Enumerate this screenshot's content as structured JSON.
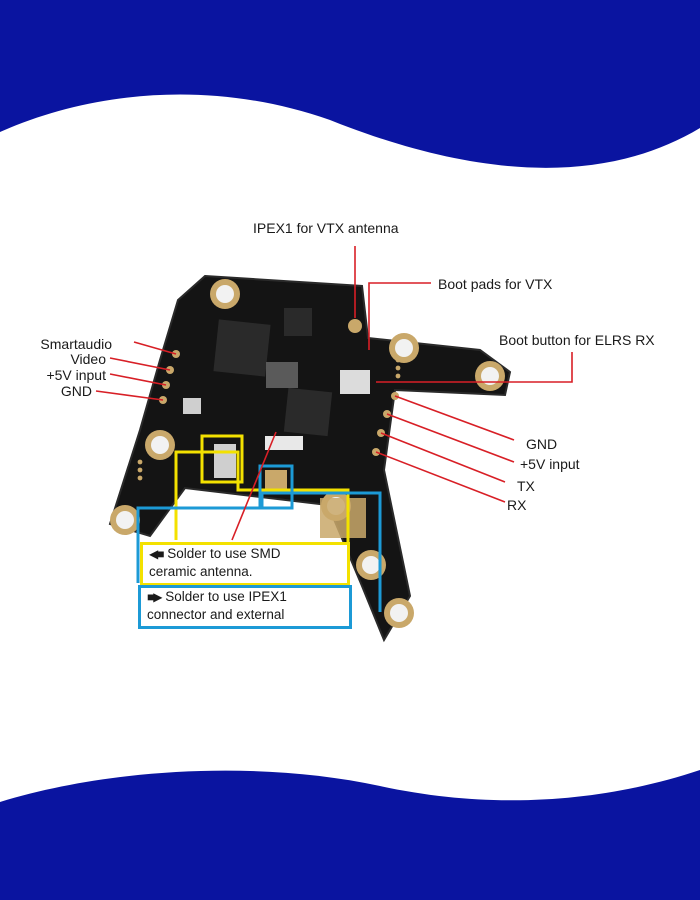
{
  "colors": {
    "wave": "#0a14a0",
    "pcb": "#141414",
    "pad_gold": "#c9a86a",
    "leader_line": "#d81f26",
    "box_smd": "#f3e100",
    "box_ipex": "#1c9ad6"
  },
  "labels": {
    "ipex_vtx": "IPEX1 for VTX antenna",
    "boot_pads_vtx": "Boot pads for VTX",
    "boot_button_elrs": "Boot button for ELRS RX",
    "left_pins": [
      "Smartaudio",
      "Video",
      "+5V input",
      "GND"
    ],
    "right_pins": [
      "GND",
      "+5V input",
      "TX",
      "RX"
    ]
  },
  "notes": {
    "smd": {
      "symbol": "◀■",
      "line1": "Solder to use SMD",
      "line2": "ceramic antenna."
    },
    "ipex": {
      "symbol": "■▶",
      "line1": "Solder to use IPEX1",
      "line2": "connector and external"
    }
  }
}
